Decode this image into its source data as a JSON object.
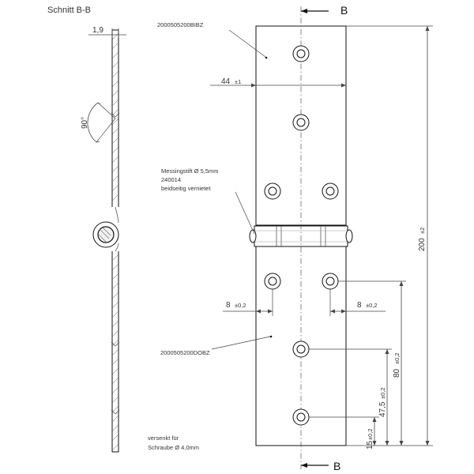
{
  "section_title": "Schnitt B-B",
  "section_mark_top": "B",
  "section_mark_bottom": "B",
  "part_number_upper": "2000505200BIBZ",
  "part_number_lower": "2000505200DOBZ",
  "pin_note": [
    "Messingstift  Ø 5,5mm",
    "240014",
    "beidseitig vernietet"
  ],
  "screw_note": [
    "versenkt für",
    "Schraube  Ø 4,0mm"
  ],
  "dimensions": {
    "thickness": "1,9",
    "width": "44",
    "width_tol": "±1",
    "angle": "90°",
    "height": "200",
    "height_tol": "±2",
    "hole_offset_left": "8",
    "hole_offset_left_tol": "±0,2",
    "hole_offset_right": "8",
    "hole_offset_right_tol": "±0,2",
    "d80": "80",
    "d80_tol": "±0,2",
    "d47": "47,5",
    "d47_tol": "±0,2",
    "d15": "15",
    "d15_tol": "±0,2"
  }
}
